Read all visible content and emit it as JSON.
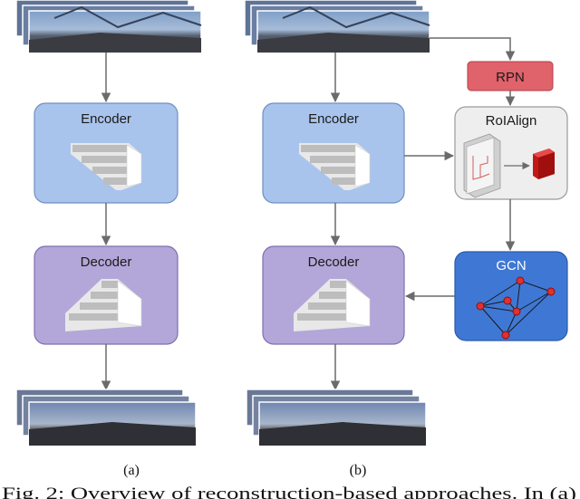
{
  "panels": {
    "a": {
      "encoder_label": "Encoder",
      "decoder_label": "Decoder",
      "sublabel": "(a)"
    },
    "b": {
      "encoder_label": "Encoder",
      "decoder_label": "Decoder",
      "rpn_label": "RPN",
      "roialign_label": "RoIAlign",
      "gcn_label": "GCN",
      "sublabel": "(b)"
    }
  },
  "caption": "Fig. 2: Overview of reconstruction-based approaches. In (a)",
  "colors": {
    "encoder_fill": "#a9c4ec",
    "encoder_stroke": "#6f8fbf",
    "decoder_fill": "#b3a7d9",
    "decoder_stroke": "#7e6fb0",
    "rpn_fill": "#e0626a",
    "roialign_fill": "#eeeeee",
    "gcn_fill": "#3f78d4",
    "gcn_node": "#e03030",
    "arrow": "#6b6b6b"
  }
}
